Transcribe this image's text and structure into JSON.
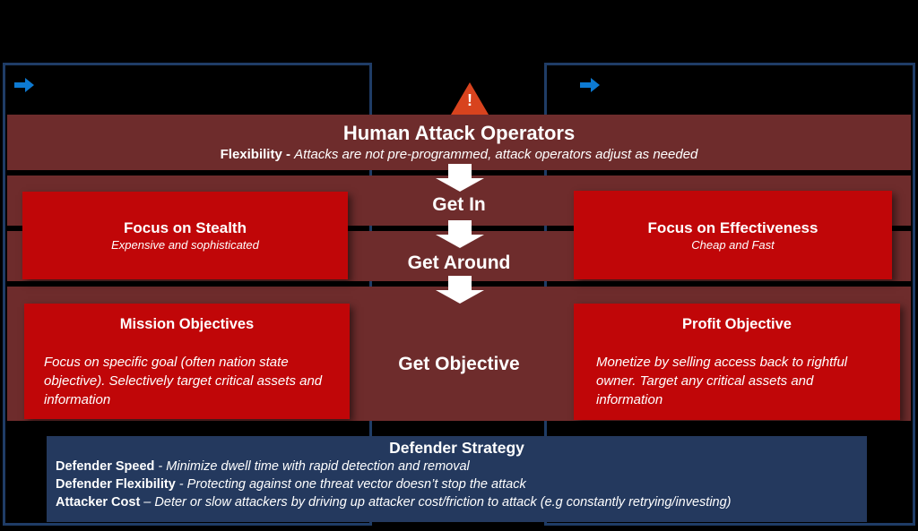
{
  "colors": {
    "background": "#000000",
    "band_maroon": "#6e2c2c",
    "box_red": "#c00608",
    "defender_navy": "#24395e",
    "outline_navy": "#1f3c66",
    "arrow_blue": "#0d7ad2",
    "warning_orange": "#d8431e",
    "text_white": "#ffffff"
  },
  "icons": {
    "left_track_arrow": "arrow-right-icon",
    "right_track_arrow": "arrow-right-icon",
    "warning": "warning-triangle-icon",
    "warning_glyph": "!",
    "flow_arrows": "down-arrow-icon"
  },
  "header": {
    "title": "Human Attack Operators",
    "subtitle_label": "Flexibility -",
    "subtitle_text": "Attacks are not pre-programmed,  attack operators adjust as needed"
  },
  "flow": {
    "steps": [
      "Get In",
      "Get Around",
      "Get Objective"
    ]
  },
  "left_track": {
    "focus_title": "Focus on Stealth",
    "focus_subtitle": "Expensive and sophisticated",
    "objective_title": "Mission Objectives",
    "objective_body": "Focus on specific goal (often nation state objective). Selectively target critical assets and information"
  },
  "right_track": {
    "focus_title": "Focus on Effectiveness",
    "focus_subtitle": "Cheap and Fast",
    "objective_title": "Profit Objective",
    "objective_body": "Monetize by selling access back to rightful owner. Target any critical assets and information"
  },
  "defender": {
    "title": "Defender Strategy",
    "lines": [
      {
        "label": "Defender Speed",
        "sep": " - ",
        "text": "Minimize dwell time with rapid detection and removal"
      },
      {
        "label": "Defender Flexibility",
        "sep": " - ",
        "text": "Protecting against one threat vector doesn’t stop the attack"
      },
      {
        "label": "Attacker Cost",
        "sep": " – ",
        "text": "Deter or slow attackers by driving up attacker cost/friction to attack (e.g constantly retrying/investing)"
      }
    ]
  }
}
